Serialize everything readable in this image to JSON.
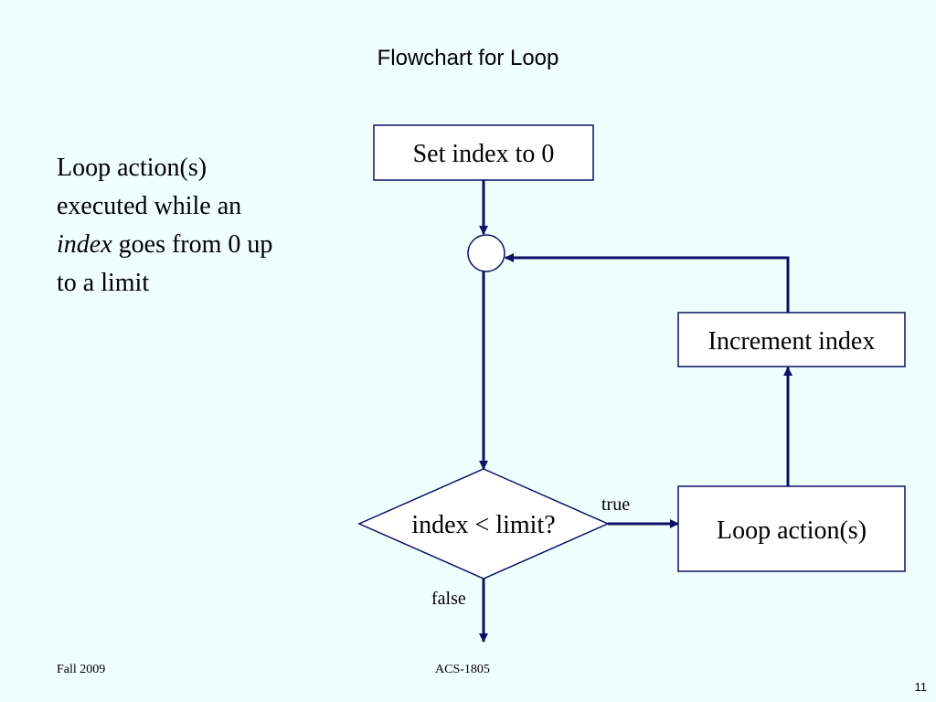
{
  "slide": {
    "title": "Flowchart for Loop",
    "bullet": {
      "line1": "Loop action(s)",
      "line2": "executed while an",
      "italic_word": "index",
      "line3_rest": " goes from 0 up",
      "line4": "to a limit"
    },
    "footer": {
      "left": "Fall 2009",
      "center": "ACS-1805",
      "page_number": "11"
    }
  },
  "diagram": {
    "nodes": {
      "init": "Set index to 0",
      "condition": "index < limit?",
      "action": "Loop action(s)",
      "increment": "Increment index"
    },
    "edges": {
      "true_label": "true",
      "false_label": "false"
    }
  },
  "colors": {
    "background": "#effffe",
    "line": "#0a1064",
    "box_fill": "#ffffff",
    "box_border": "#0a1064"
  }
}
